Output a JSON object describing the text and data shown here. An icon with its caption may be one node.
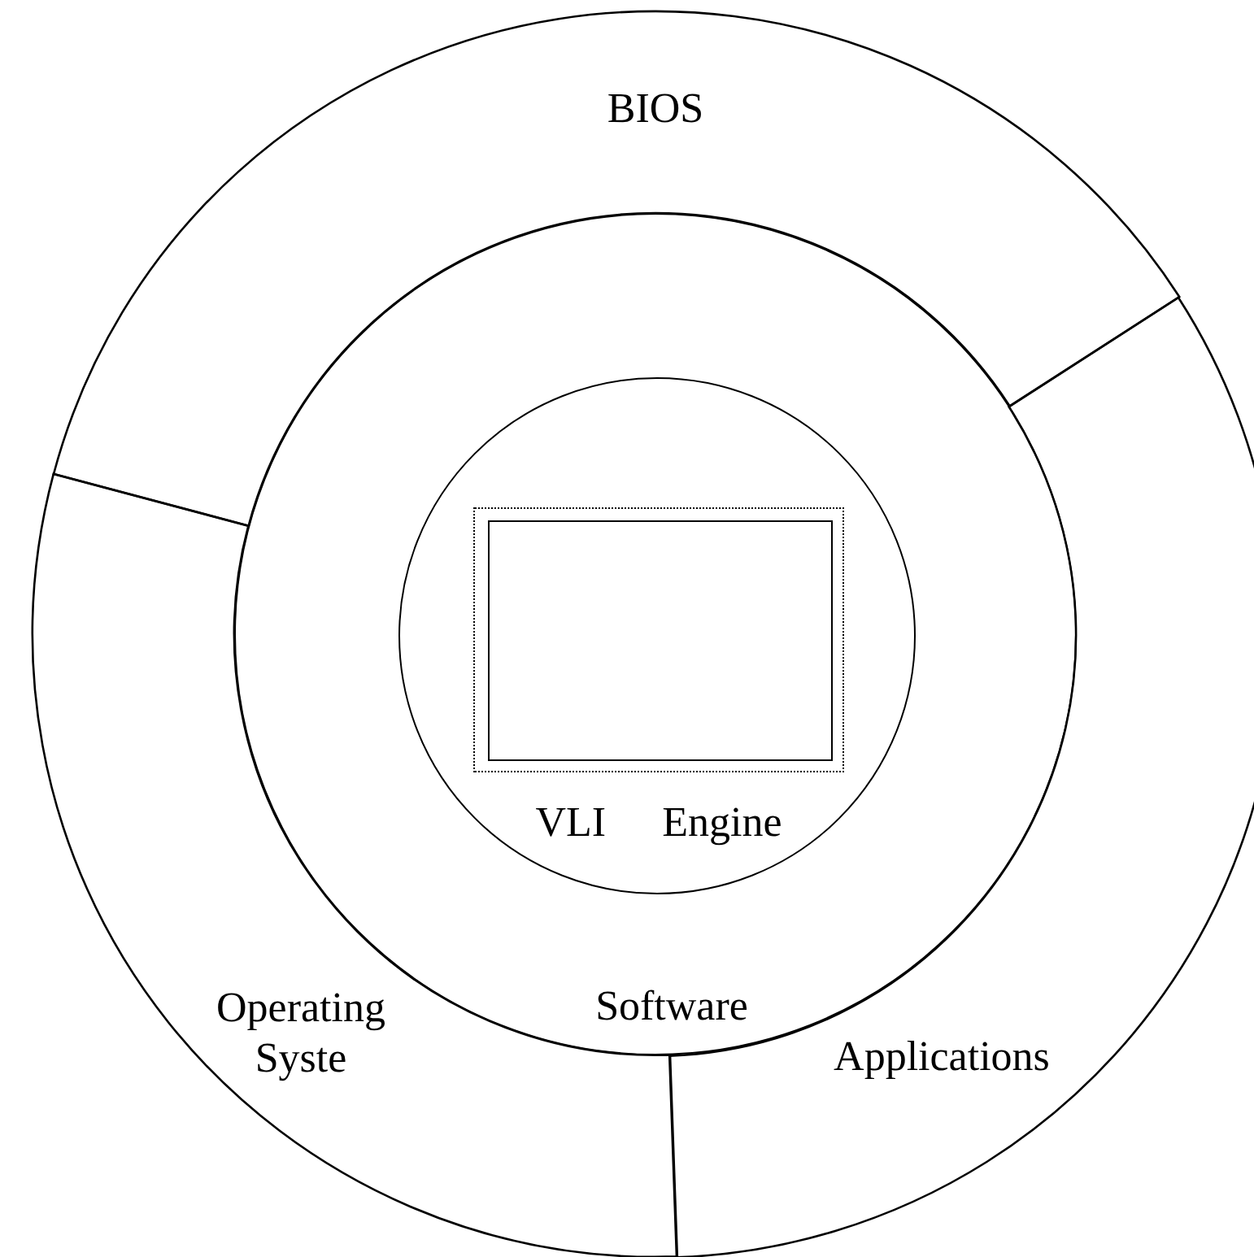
{
  "diagram": {
    "nodes": [
      {
        "text": [
          "BIOS"
        ]
      },
      {
        "text": [
          "Operating Syste"
        ]
      },
      {
        "text": [
          "Applications"
        ]
      },
      {
        "text": [
          "Software"
        ]
      },
      {
        "text": [
          "VLI Engine"
        ],
        "in": 3
      },
      {
        "text": [],
        "shape": "box",
        "in": 4
      },
      {
        "text": [],
        "shape": "box",
        "in": 5
      }
    ],
    "edges": []
  }
}
